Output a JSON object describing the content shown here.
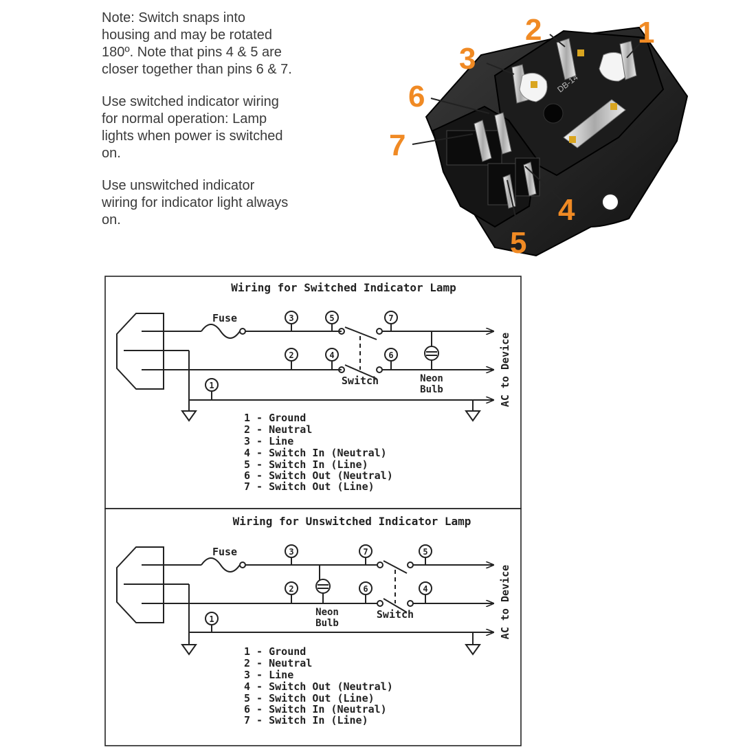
{
  "notes": {
    "note1": "Note: Switch snaps into\nhousing and may be rotated\n180º. Note that pins 4 & 5 are\ncloser together than pins 6 & 7.",
    "note2": "Use switched indicator wiring\nfor normal operation: Lamp\nlights when power is switched\non.",
    "note3": "Use unswitched indicator\nwiring for indicator light always\non."
  },
  "photo": {
    "callout_color": "#f08a24",
    "callouts": [
      "1",
      "2",
      "3",
      "4",
      "5",
      "6",
      "7"
    ],
    "markings": {
      "model": "DB-14"
    }
  },
  "switched": {
    "title": "Wiring for Switched Indicator Lamp",
    "fuse": "Fuse",
    "pins_top": [
      "3",
      "5",
      "7"
    ],
    "pins_bottom": [
      "2",
      "4",
      "6"
    ],
    "ground_pin": "1",
    "switch_label": "Switch",
    "neon_line1": "Neon",
    "neon_line2": "Bulb",
    "ac_label": "AC to Device",
    "legend": [
      "1 - Ground",
      "2 - Neutral",
      "3 - Line",
      "4 - Switch In (Neutral)",
      "5 - Switch In (Line)",
      "6 - Switch Out (Neutral)",
      "7 - Switch Out (Line)"
    ]
  },
  "unswitched": {
    "title": "Wiring for Unswitched Indicator Lamp",
    "fuse": "Fuse",
    "pins_top": [
      "3",
      "7",
      "5"
    ],
    "pins_bottom": [
      "2",
      "6",
      "4"
    ],
    "ground_pin": "1",
    "switch_label": "Switch",
    "neon_line1": "Neon",
    "neon_line2": "Bulb",
    "ac_label": "AC to Device",
    "legend": [
      "1 - Ground",
      "2 - Neutral",
      "3 - Line",
      "4 - Switch Out (Neutral)",
      "5 - Switch Out (Line)",
      "6 - Switch In (Neutral)",
      "7 - Switch In (Line)"
    ]
  }
}
